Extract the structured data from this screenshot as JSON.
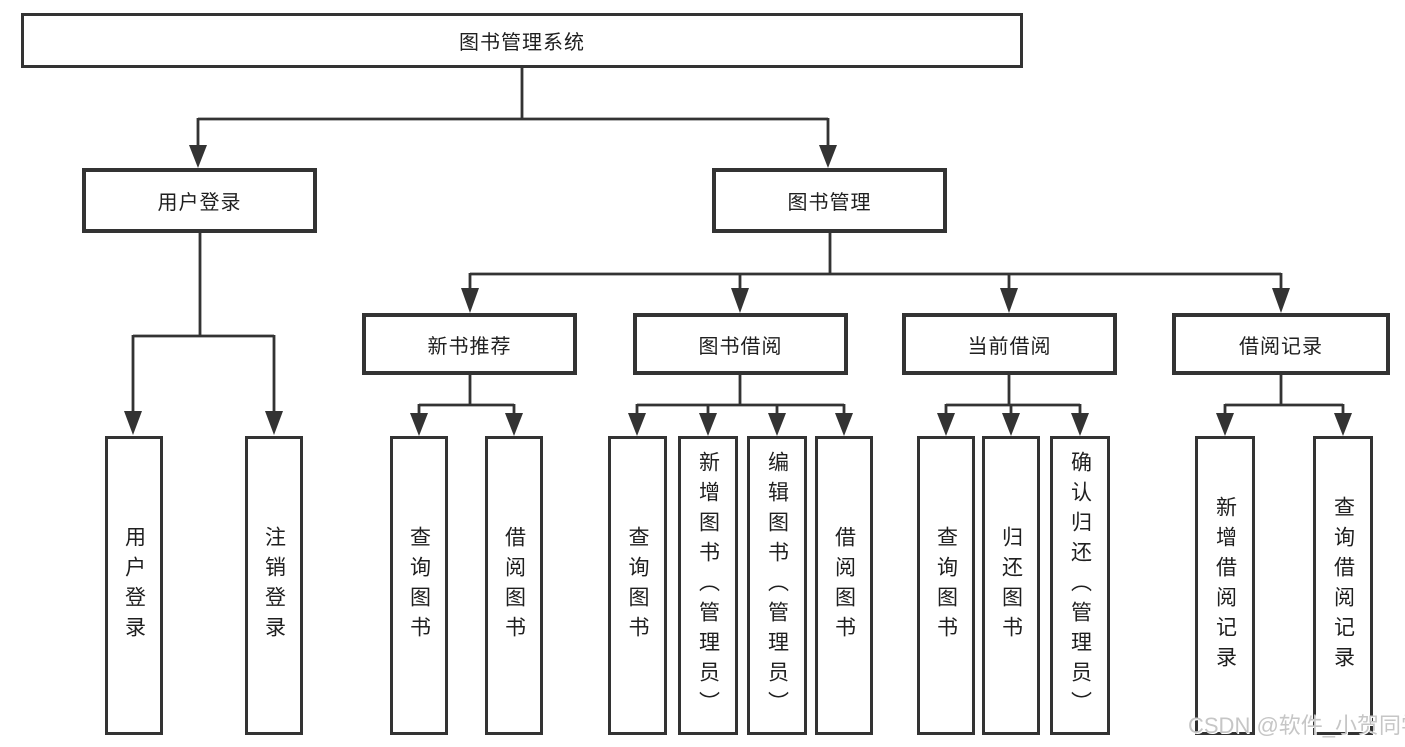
{
  "diagram_title": "图书管理系统",
  "tree": {
    "label": "图书管理系统",
    "children": [
      {
        "label": "用户登录",
        "children": [
          {
            "label": "用户登录"
          },
          {
            "label": "注销登录"
          }
        ]
      },
      {
        "label": "图书管理",
        "children": [
          {
            "label": "新书推荐",
            "children": [
              {
                "label": "查询图书"
              },
              {
                "label": "借阅图书"
              }
            ]
          },
          {
            "label": "图书借阅",
            "children": [
              {
                "label": "查询图书"
              },
              {
                "label": "新增图书（管理员）"
              },
              {
                "label": "编辑图书（管理员）"
              },
              {
                "label": "借阅图书"
              }
            ]
          },
          {
            "label": "当前借阅",
            "children": [
              {
                "label": "查询图书"
              },
              {
                "label": "归还图书"
              },
              {
                "label": "确认归还（管理员）"
              }
            ]
          },
          {
            "label": "借阅记录",
            "children": [
              {
                "label": "新增借阅记录"
              },
              {
                "label": "查询借阅记录"
              }
            ]
          }
        ]
      }
    ]
  },
  "watermark": "CSDN @软件_小贺同学",
  "colors": {
    "background": "#ffffff",
    "box_border": "#333333",
    "connector_line": "#333333",
    "text": "#1f1f1f",
    "watermark_text": "#c6c6c6"
  }
}
